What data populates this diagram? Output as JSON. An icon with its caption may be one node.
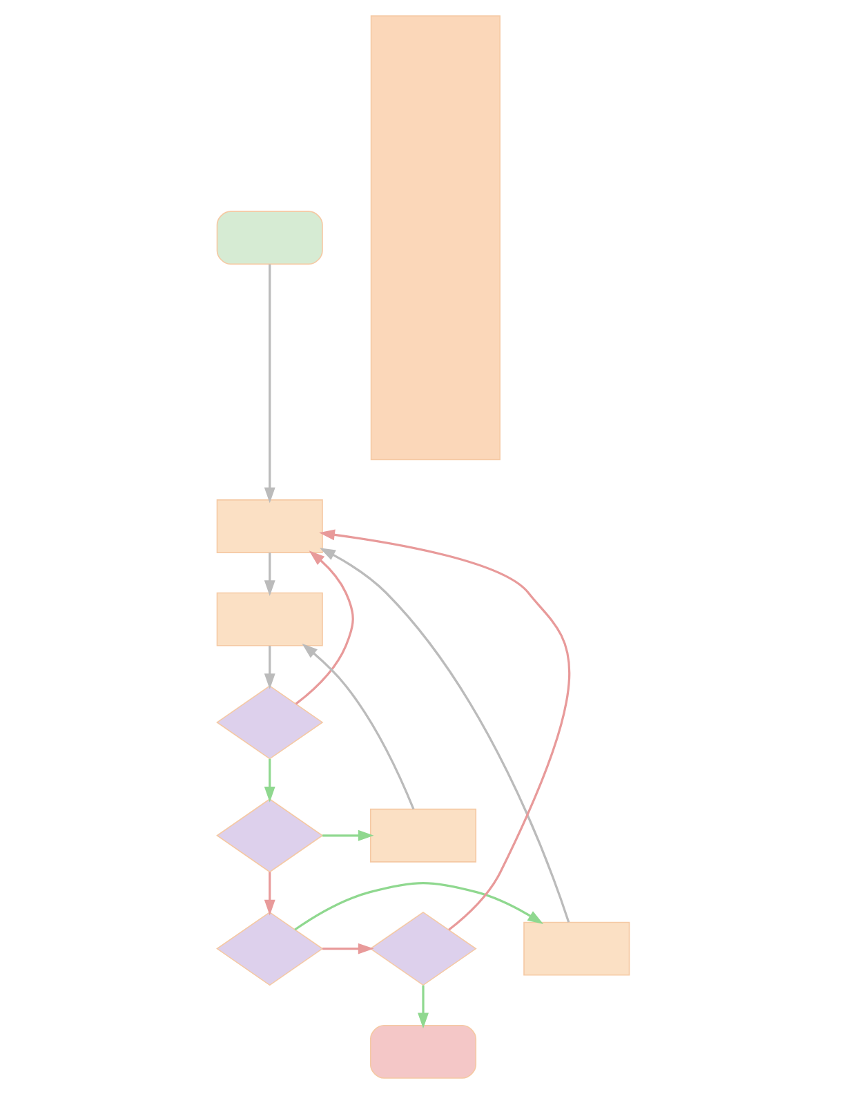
{
  "diagram": {
    "nodes": [
      {
        "text": [],
        "shape": "box"
      },
      {
        "text": [],
        "shape": "box"
      },
      {
        "text": [],
        "shape": "box"
      },
      {
        "text": [],
        "shape": "diamond"
      },
      {
        "text": [],
        "shape": "diamond"
      },
      {
        "text": [],
        "shape": "box"
      },
      {
        "text": [],
        "shape": "box"
      },
      {
        "text": [],
        "shape": "diamond"
      },
      {
        "text": [],
        "shape": "diamond"
      },
      {
        "text": [],
        "shape": "box"
      },
      {
        "text": [],
        "shape": "box"
      }
    ],
    "edges": [
      {
        "from": 0,
        "to": 1,
        "arrow": "to"
      },
      {
        "from": 1,
        "to": 2,
        "arrow": "to"
      },
      {
        "from": 2,
        "to": 3,
        "arrow": "to"
      },
      {
        "from": 3,
        "to": 1,
        "arrow": "to",
        "color": "#e89a9a"
      },
      {
        "from": 3,
        "to": 4,
        "arrow": "to",
        "color": "#8fd88f"
      },
      {
        "from": 4,
        "to": 5,
        "arrow": "to",
        "color": "#8fd88f"
      },
      {
        "from": 5,
        "to": 2,
        "arrow": "to"
      },
      {
        "from": 4,
        "to": 7,
        "arrow": "to",
        "color": "#e89a9a"
      },
      {
        "from": 7,
        "to": 6,
        "arrow": "to",
        "color": "#8fd88f"
      },
      {
        "from": 6,
        "to": 1,
        "arrow": "to"
      },
      {
        "from": 7,
        "to": 8,
        "arrow": "to",
        "color": "#e89a9a"
      },
      {
        "from": 8,
        "to": 1,
        "arrow": "to",
        "color": "#e89a9a"
      },
      {
        "from": 8,
        "to": 9,
        "arrow": "to",
        "color": "#8fd88f"
      }
    ]
  }
}
